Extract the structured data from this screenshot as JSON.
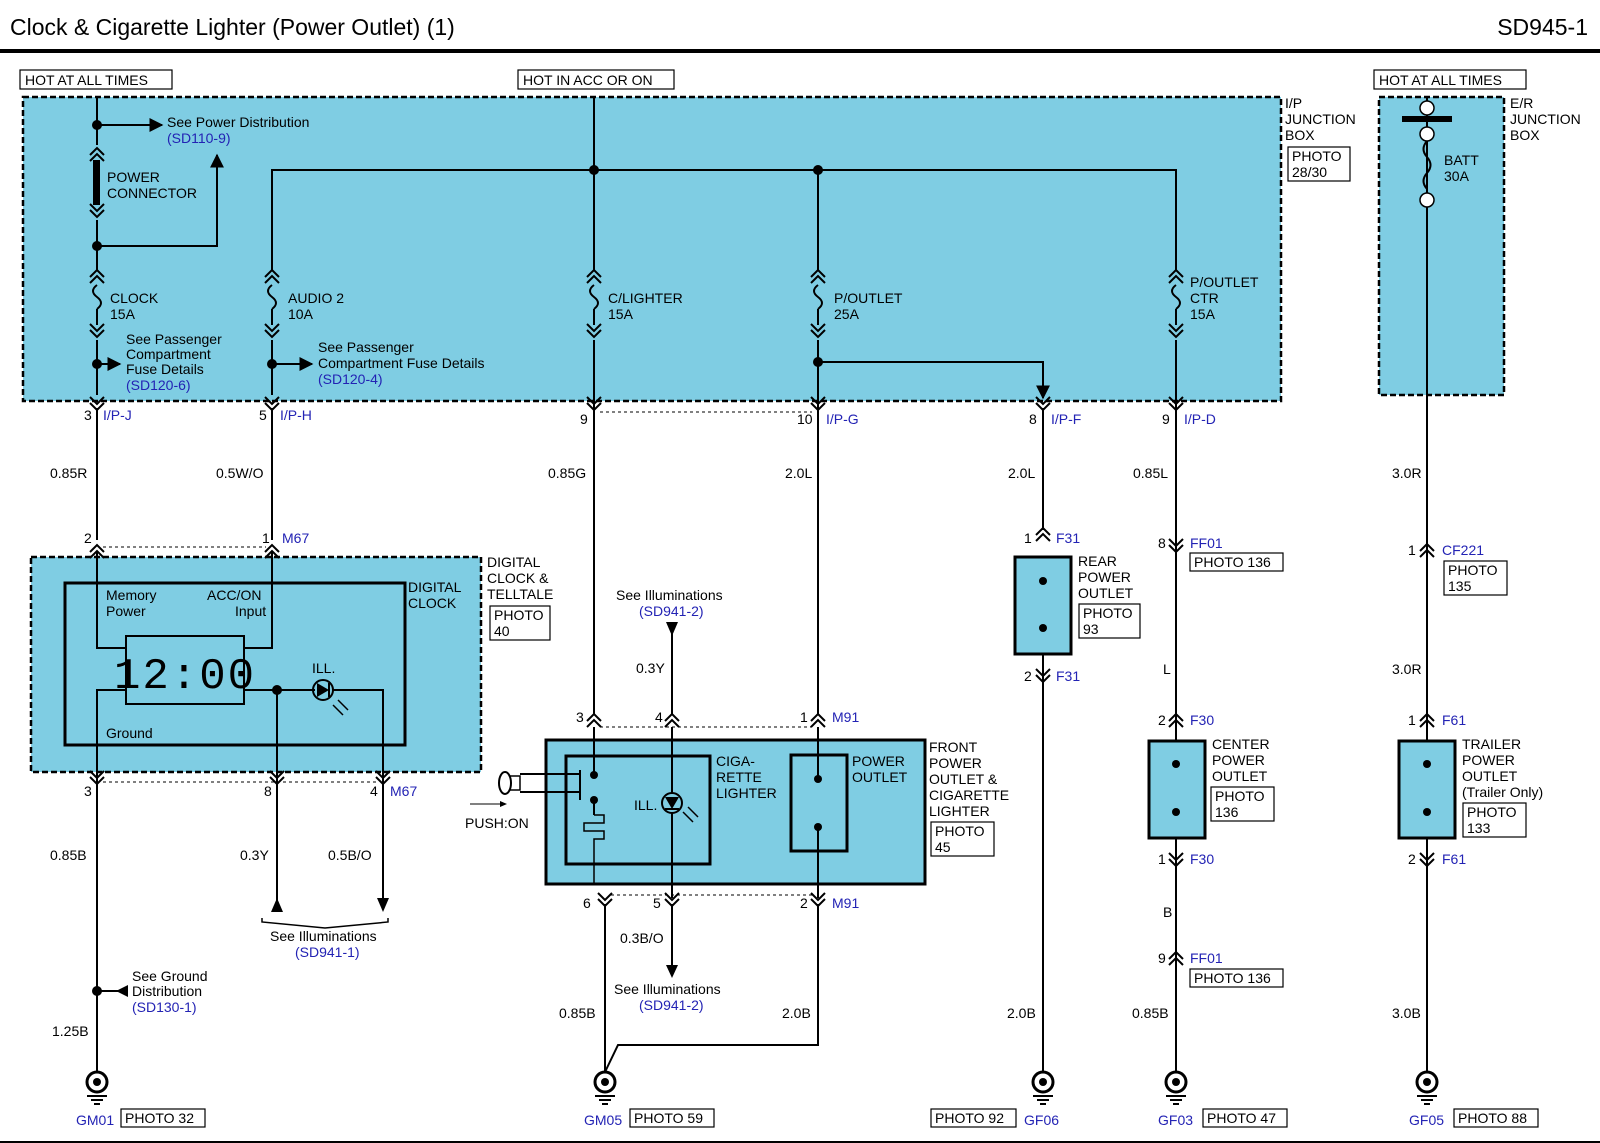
{
  "header": {
    "title": "Clock & Cigarette Lighter (Power Outlet) (1)",
    "code": "SD945-1"
  },
  "power_labels": {
    "hot_left": "HOT AT ALL TIMES",
    "hot_acc": "HOT IN ACC OR ON",
    "hot_right": "HOT AT ALL TIMES"
  },
  "ip_box": {
    "line1": "I/P",
    "line2": "JUNCTION",
    "line3": "BOX",
    "photo1": "PHOTO",
    "photo2": "28/30"
  },
  "er_box": {
    "line1": "E/R",
    "line2": "JUNCTION",
    "line3": "BOX",
    "fuse1": "BATT",
    "fuse2": "30A"
  },
  "refs": {
    "power_dist": "See Power Distribution",
    "power_dist_code": "(SD110-9)",
    "power_conn1": "POWER",
    "power_conn2": "CONNECTOR",
    "pcfd1_a": "See Passenger",
    "pcfd1_b": "Compartment",
    "pcfd1_c": "Fuse Details",
    "pcfd1_code": "(SD120-6)",
    "pcfd2_a": "See Passenger",
    "pcfd2_b": "Compartment Fuse Details",
    "pcfd2_code": "(SD120-4)",
    "illum_top": "See Illuminations",
    "illum_top_code": "(SD941-2)",
    "illum_left": "See Illuminations",
    "illum_left_code": "(SD941-1)",
    "illum_bottom": "See Illuminations",
    "illum_bottom_code": "(SD941-2)",
    "ground_dist1": "See Ground",
    "ground_dist2": "Distribution",
    "ground_dist_code": "(SD130-1)"
  },
  "fuses": {
    "clock1": "CLOCK",
    "clock2": "15A",
    "audio1": "AUDIO 2",
    "audio2": "10A",
    "clighter1": "C/LIGHTER",
    "clighter2": "15A",
    "poutlet1": "P/OUTLET",
    "poutlet2": "25A",
    "poutletctr1": "P/OUTLET",
    "poutletctr2": "CTR",
    "poutletctr3": "15A"
  },
  "pins": {
    "p3": "3",
    "ipj": "I/P-J",
    "p5": "5",
    "iph": "I/P-H",
    "p9a": "9",
    "p10": "10",
    "ipg": "I/P-G",
    "p8": "8",
    "ipf": "I/P-F",
    "p9b": "9",
    "ipd": "I/P-D",
    "m67_2": "2",
    "m67_1": "1",
    "m67": "M67",
    "m67_3": "3",
    "m67_8": "8",
    "m67_4": "4",
    "m67b": "M67",
    "m91_3": "3",
    "m91_4": "4",
    "m91_1": "1",
    "m91": "M91",
    "m91_6": "6",
    "m91_5": "5",
    "m91_2": "2",
    "m91b": "M91",
    "f31_1": "1",
    "f31": "F31",
    "f31_2": "2",
    "f31b": "F31",
    "ff01_8": "8",
    "ff01": "FF01",
    "f30_2": "2",
    "f30": "F30",
    "f30_1": "1",
    "f30b": "F30",
    "ff01_9": "9",
    "ff01b": "FF01",
    "cf221_1": "1",
    "cf221": "CF221",
    "f61_1": "1",
    "f61": "F61",
    "f61_2": "2",
    "f61b": "F61"
  },
  "wires": {
    "w1": "0.85R",
    "w2": "0.5W/O",
    "w3": "0.85G",
    "w4": "2.0L",
    "w5": "2.0L",
    "w6": "0.85L",
    "w7": "3.0R",
    "w8": "0.85B",
    "w9": "0.3Y",
    "w10": "0.5B/O",
    "w11": "1.25B",
    "w12": "0.3Y",
    "w13": "0.3B/O",
    "w14": "0.85B",
    "w15": "2.0B",
    "w16": "2.0B",
    "w17": "L",
    "w18": "B",
    "w19": "0.85B",
    "w20": "3.0R",
    "w21": "3.0B"
  },
  "clock": {
    "outer1": "DIGITAL",
    "outer2": "CLOCK &",
    "outer3": "TELLTALE",
    "photo1": "PHOTO",
    "photo2": "40",
    "inner1": "DIGITAL",
    "inner2": "CLOCK",
    "mem1": "Memory",
    "mem2": "Power",
    "acc1": "ACC/ON",
    "acc2": "Input",
    "display": "12:00",
    "ill": "ILL.",
    "ground": "Ground"
  },
  "front_outlet": {
    "label1": "FRONT",
    "label2": "POWER",
    "label3": "OUTLET &",
    "label4": "CIGARETTE",
    "label5": "LIGHTER",
    "photo1": "PHOTO",
    "photo2": "45",
    "cig1": "CIGA-",
    "cig2": "RETTE",
    "cig3": "LIGHTER",
    "ill": "ILL.",
    "po1": "POWER",
    "po2": "OUTLET",
    "push": "PUSH:ON"
  },
  "rear_outlet": {
    "l1": "REAR",
    "l2": "POWER",
    "l3": "OUTLET",
    "photo1": "PHOTO",
    "photo2": "93"
  },
  "center_outlet": {
    "l1": "CENTER",
    "l2": "POWER",
    "l3": "OUTLET",
    "photo1": "PHOTO",
    "photo2": "136",
    "ff01_photo": "PHOTO 136",
    "ff01b_photo": "PHOTO 136"
  },
  "trailer_outlet": {
    "l1": "TRAILER",
    "l2": "POWER",
    "l3": "OUTLET",
    "l4": "(Trailer Only)",
    "photo1": "PHOTO",
    "photo2": "133",
    "cf221_photo1": "PHOTO",
    "cf221_photo2": "135"
  },
  "grounds": {
    "gm01": "GM01",
    "gm01_photo": "PHOTO 32",
    "gm05": "GM05",
    "gm05_photo": "PHOTO 59",
    "gf06": "GF06",
    "gf06_photo": "PHOTO 92",
    "gf03": "GF03",
    "gf03_photo": "PHOTO 47",
    "gf05": "GF05",
    "gf05_photo": "PHOTO 88"
  }
}
